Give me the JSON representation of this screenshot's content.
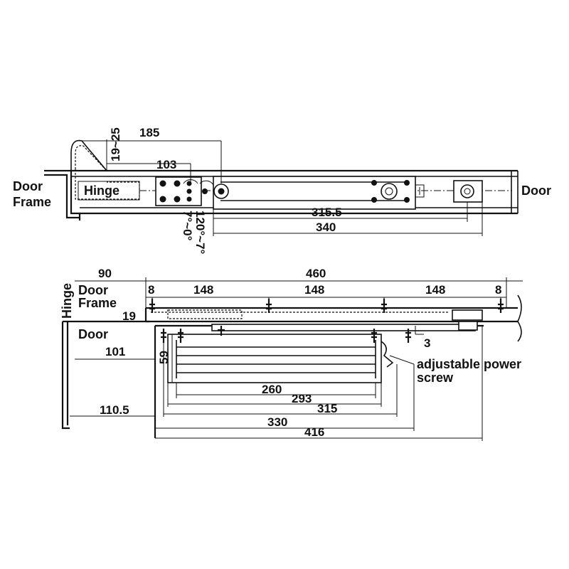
{
  "top_view": {
    "labels": {
      "door_frame_line1": "Door",
      "door_frame_line2": "Frame",
      "hinge": "Hinge",
      "door": "Door"
    },
    "dimensions": {
      "d185": "185",
      "d19_25": "19~25",
      "d103": "103",
      "d315_5": "315.5",
      "d340": "340",
      "angle_a": "120°~7°",
      "angle_b": "7°~0°"
    }
  },
  "side_view": {
    "labels": {
      "hinge": "Hinge",
      "door_frame_line1": "Door",
      "door_frame_line2": "Frame",
      "door": "Door",
      "power_screw_line1": "adjustable power",
      "power_screw_line2": "screw"
    },
    "dimensions": {
      "d90": "90",
      "d460": "460",
      "d8_left": "8",
      "d148_a": "148",
      "d148_b": "148",
      "d148_c": "148",
      "d8_right": "8",
      "d19": "19",
      "d101": "101",
      "d59": "59",
      "d3": "3",
      "d260": "260",
      "d293": "293",
      "d315": "315",
      "d110_5": "110.5",
      "d330": "330",
      "d416": "416"
    }
  }
}
